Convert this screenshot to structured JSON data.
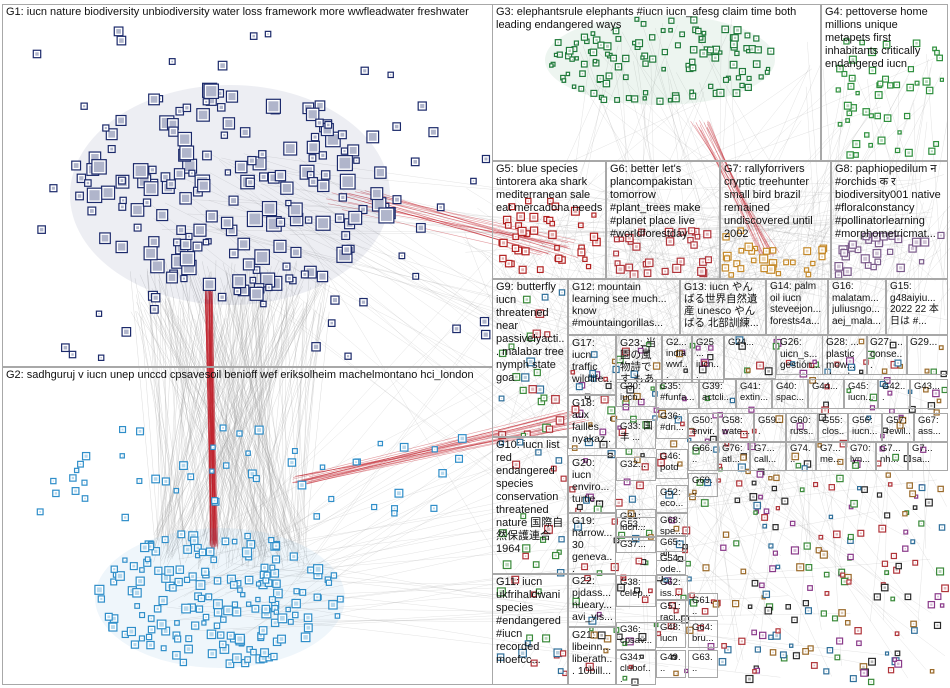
{
  "colors": {
    "edge": "#9a9a9a",
    "edge_highlight": "#c01f2a",
    "box_border": "#a8a8a8",
    "g1_node": "#1c2a6b",
    "g2_node": "#2f8ec9",
    "g3_node": "#1f7a3a",
    "g4_node": "#2d8f3c",
    "g5_node": "#b22222"
  },
  "groups": [
    {
      "id": "g1",
      "text": "G1: iucn nature biodiversity unbiodiversity water loss framework more wwfleadwater freshwater"
    },
    {
      "id": "g2",
      "text": "G2: sadhguruj v iucn unep unccd cpsavesoil benioff wef eriksolheim machelmontano hci_london"
    },
    {
      "id": "g3",
      "text": "G3: elephantsrule elephants #iucn iucn_afesg claim time both leading endangered ways"
    },
    {
      "id": "g4",
      "text": "G4: pettoverse home millions unique metapets first inhabitants critically endangered iucn"
    },
    {
      "id": "g5",
      "text": "G5: blue species tintorera aka shark mediterranean sale eat mercadona needs"
    },
    {
      "id": "g6",
      "text": "G6: better let's plancompakistan tomorrow #plant_trees make #planet place live #worldforestday"
    },
    {
      "id": "g7",
      "text": "G7: rallyforrivers cryptic treehunter small bird brazil remained undiscovered until 2002"
    },
    {
      "id": "g8",
      "text": "G8: paphiopedilum न #orchids क र biodiversity001 native #floralconstancy #pollinatorlearning #morphometricmat..."
    },
    {
      "id": "g9",
      "text": "G9: butterfly iucn threatened near passivelyacti... malabar tree nymph state goa"
    },
    {
      "id": "g12",
      "text": "G12: mountain learning see much... know #mountaingorillas..."
    },
    {
      "id": "g13",
      "text": "G13: iucn やんばる世界自然遺産 unesco やんばる 北部訓練..."
    },
    {
      "id": "g14",
      "text": "G14: palm oil iucn steveejon... forests4a..."
    },
    {
      "id": "g16",
      "text": "G16: malatam... juliusngo... aej_mala..."
    },
    {
      "id": "g15",
      "text": "G15: g48aiyiu... 2022 22 本日は #..."
    },
    {
      "id": "g17",
      "text": "G17: iucn traffic wildlife..."
    },
    {
      "id": "g23",
      "text": "G23: 当園の風物詩です もある #亡..."
    },
    {
      "id": "g22b",
      "text": "G2... india wwf..."
    },
    {
      "id": "g25",
      "text": "G25 ... iucn..."
    },
    {
      "id": "g24",
      "text": "G24..."
    },
    {
      "id": "g26",
      "text": "G26: uicn_s... gestión..."
    },
    {
      "id": "g28",
      "text": "G28: ... plastic mow... desal..."
    },
    {
      "id": "g27",
      "text": "G27: ... conse..."
    },
    {
      "id": "g29",
      "text": "G29..."
    },
    {
      "id": "g18",
      "text": "G18: aux failles nyakaz..."
    },
    {
      "id": "g30",
      "text": "G30: iucn..."
    },
    {
      "id": "g35",
      "text": "G35: #funfa..."
    },
    {
      "id": "g39",
      "text": "G39: actcli..."
    },
    {
      "id": "g41",
      "text": "G41: extin..."
    },
    {
      "id": "g40",
      "text": "G40: spac..."
    },
    {
      "id": "g44",
      "text": "G44..."
    },
    {
      "id": "g45",
      "text": "G45: iucn..."
    },
    {
      "id": "g42",
      "text": "G42..."
    },
    {
      "id": "g43",
      "text": "G43..."
    },
    {
      "id": "g33",
      "text": "G33: 国 丰 ..."
    },
    {
      "id": "g36",
      "text": "G36: #dri..."
    },
    {
      "id": "g50",
      "text": "G50: envir..."
    },
    {
      "id": "g58",
      "text": "G58: wate..."
    },
    {
      "id": "g59",
      "text": "G59..."
    },
    {
      "id": "g60",
      "text": "G60: russ..."
    },
    {
      "id": "g55",
      "text": "G55: clos..."
    },
    {
      "id": "g56",
      "text": "G56: iucn..."
    },
    {
      "id": "g57",
      "text": "G57: rewil..."
    },
    {
      "id": "g67",
      "text": "G67: ass..."
    },
    {
      "id": "g10",
      "text": "G10: iucn list red endangered species conservation threatened nature 国際自然保護連合 1964"
    },
    {
      "id": "g20",
      "text": "G20: iucn enviro... turtle..."
    },
    {
      "id": "g46",
      "text": "G46: potd"
    },
    {
      "id": "g66",
      "text": "G66..."
    },
    {
      "id": "g76",
      "text": "G76: atl..."
    },
    {
      "id": "g7x",
      "text": "G7... call..."
    },
    {
      "id": "g74",
      "text": "G74..."
    },
    {
      "id": "g7y",
      "text": "G7... me..."
    },
    {
      "id": "g70",
      "text": "G70: lyn..."
    },
    {
      "id": "g7z",
      "text": "G7... nh..."
    },
    {
      "id": "g7w",
      "text": "G7... sa..."
    },
    {
      "id": "g32",
      "text": "G32..."
    },
    {
      "id": "g69",
      "text": "G69..."
    },
    {
      "id": "g52",
      "text": "G52: eco..."
    },
    {
      "id": "g68",
      "text": "G68: spe..."
    },
    {
      "id": "g31",
      "text": "G31: iucn..."
    },
    {
      "id": "g19",
      "text": "G19: harrow... 30 geneva..."
    },
    {
      "id": "g53",
      "text": "G53..."
    },
    {
      "id": "g65",
      "text": "G65: air..."
    },
    {
      "id": "g37",
      "text": "G37..."
    },
    {
      "id": "g54",
      "text": "G54: ode..."
    },
    {
      "id": "g11",
      "text": "G11: iucn ukfrihaldwani species #endangered #iucn recorded moefcc..."
    },
    {
      "id": "g22",
      "text": "G22: pjdass... nueary... avi_vis..."
    },
    {
      "id": "g38",
      "text": "G38: celep..."
    },
    {
      "id": "g62",
      "text": "G62: iss..."
    },
    {
      "id": "g51",
      "text": "G51: raci..."
    },
    {
      "id": "g61",
      "text": "G61..."
    },
    {
      "id": "g21",
      "text": "G21: libeinn... liberath... 10bill..."
    },
    {
      "id": "g36b",
      "text": "G36: cpsav..."
    },
    {
      "id": "g48",
      "text": "G48: iucn"
    },
    {
      "id": "g64",
      "text": "G64: bru..."
    },
    {
      "id": "g34",
      "text": "G34: clubof..."
    },
    {
      "id": "g49",
      "text": "G49..."
    },
    {
      "id": "g63",
      "text": "G63..."
    }
  ]
}
